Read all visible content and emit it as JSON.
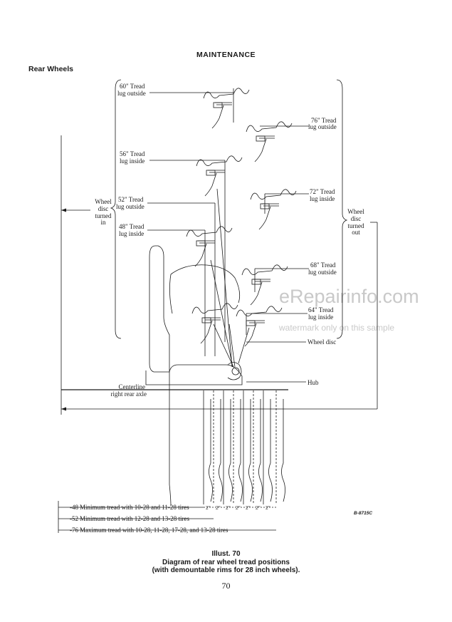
{
  "header": {
    "section": "MAINTENANCE",
    "subsection": "Rear Wheels"
  },
  "diagram": {
    "labels": {
      "t60": [
        "60\" Tread",
        "lug outside"
      ],
      "t76": [
        "76\" Tread",
        "lug outside"
      ],
      "t56": [
        "56\" Tread",
        "lug inside"
      ],
      "t72": [
        "72\" Tread",
        "lug inside"
      ],
      "t52": [
        "52\" Tread",
        "lug outside"
      ],
      "t48": [
        "48\" Tread",
        "lug inside"
      ],
      "t68": [
        "68\" Tread",
        "lug outside"
      ],
      "t64": [
        "64\" Tread",
        "lug inside"
      ],
      "disc_in": [
        "Wheel",
        "disc",
        "turned",
        "in"
      ],
      "disc_out": [
        "Wheel",
        "disc",
        "turned",
        "out"
      ],
      "wheel_disc": "Wheel disc",
      "hub": "Hub",
      "centerline": [
        "Centerline",
        "right rear axle"
      ]
    },
    "treads": [
      {
        "mark": "48",
        "text": "Minimum tread with 10-28 and 11-28 tires"
      },
      {
        "mark": "52",
        "text": "Minimum tread with 12-28 and 13-28 tires"
      },
      {
        "mark": "76",
        "text": "Maximum tread with 10-28, 11-28, 17-28, and 13-28 tires"
      }
    ],
    "spacing_mark": "2\"",
    "code": "B-8715C"
  },
  "watermark": {
    "line1": "eRepairinfo.com",
    "line2": "watermark only on this sample"
  },
  "caption": {
    "illus": "Illust. 70",
    "line1": "Diagram of rear wheel tread positions",
    "line2": "(with demountable rims for 28 inch wheels)."
  },
  "page_number": "70"
}
